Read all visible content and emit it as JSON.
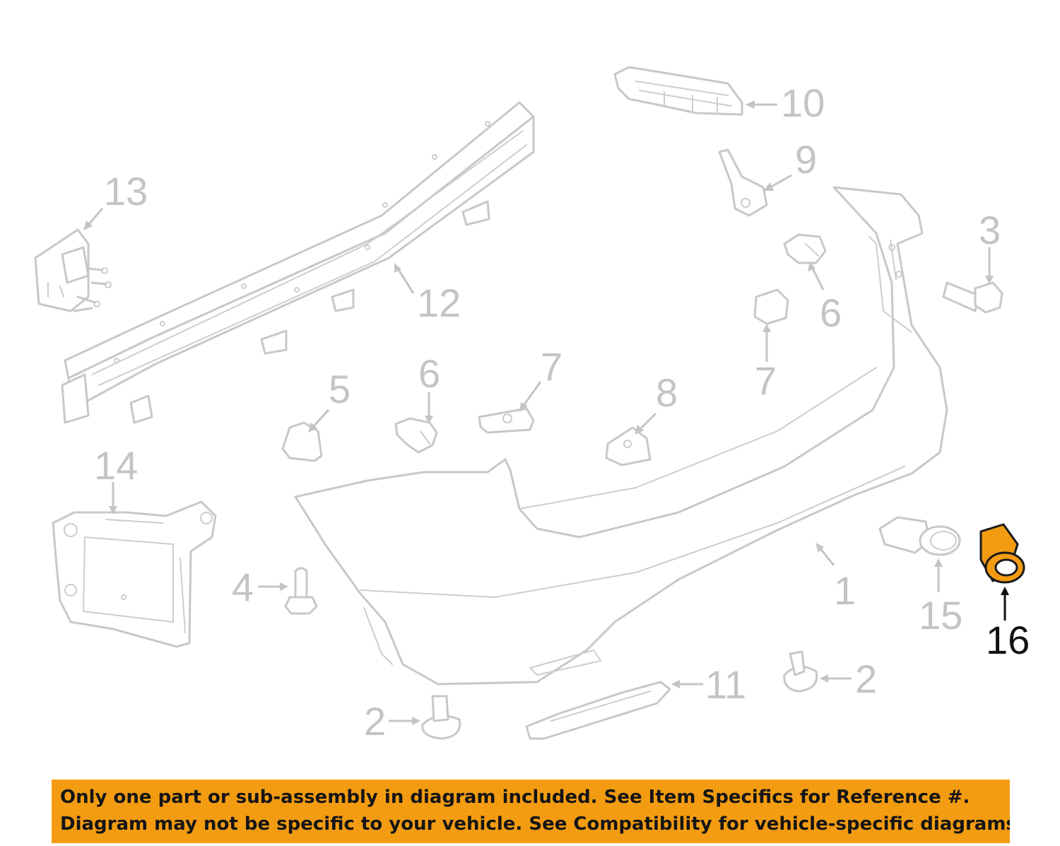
{
  "callouts": {
    "c1": "1",
    "c2a": "2",
    "c2b": "2",
    "c3": "3",
    "c4": "4",
    "c5": "5",
    "c6a": "6",
    "c6b": "6",
    "c7a": "7",
    "c7b": "7",
    "c8": "8",
    "c9": "9",
    "c10": "10",
    "c11": "11",
    "c12": "12",
    "c13": "13",
    "c14": "14",
    "c15": "15",
    "c16": "16"
  },
  "highlight_color": "#f39c12",
  "highlighted_part": "16",
  "banner": {
    "line1": "Only one part or sub-assembly in diagram included. See Item Specifics for Reference #.",
    "line2": "Diagram may not be specific to your vehicle. See Compatibility for vehicle-specific diagrams."
  }
}
